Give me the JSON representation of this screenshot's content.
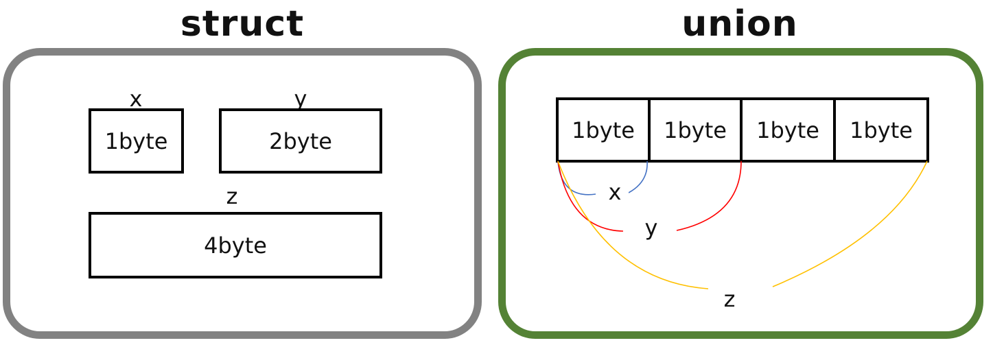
{
  "struct": {
    "title": "struct",
    "fields": [
      {
        "name": "x",
        "size": "1byte"
      },
      {
        "name": "y",
        "size": "2byte"
      },
      {
        "name": "z",
        "size": "4byte"
      }
    ]
  },
  "union": {
    "title": "union",
    "cells": [
      "1byte",
      "1byte",
      "1byte",
      "1byte"
    ],
    "spans": [
      {
        "name": "x",
        "bytes": 1,
        "color": "#4472c4"
      },
      {
        "name": "y",
        "bytes": 2,
        "color": "#ff0000"
      },
      {
        "name": "z",
        "bytes": 4,
        "color": "#ffc000"
      }
    ]
  },
  "colors": {
    "struct_border": "#828282",
    "union_border": "#548235"
  }
}
